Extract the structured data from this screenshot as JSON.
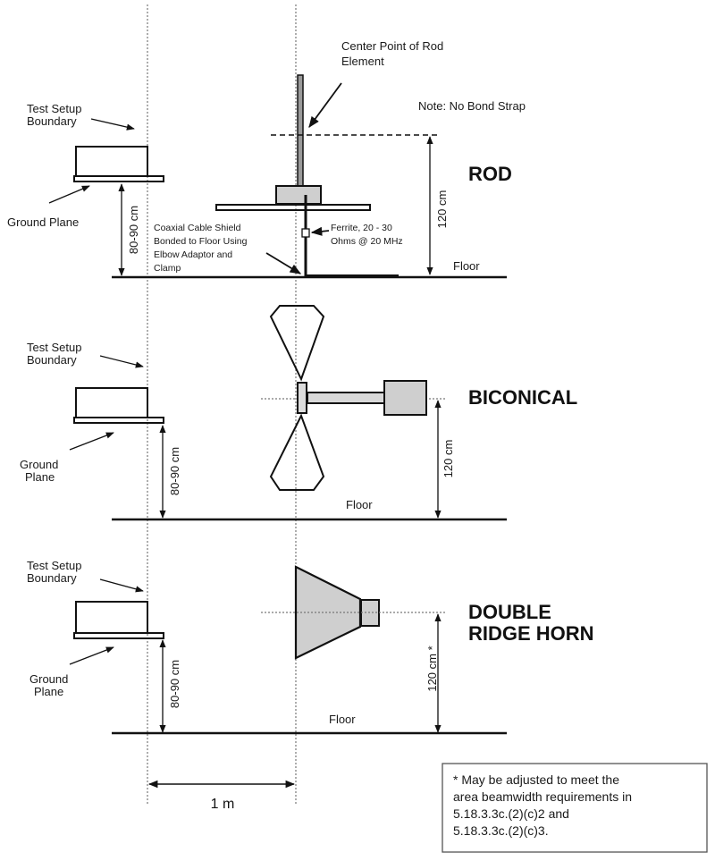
{
  "colors": {
    "ink": "#111111",
    "fill_gray": "#cfcfcf",
    "guide_gray": "#777777"
  },
  "rod": {
    "title": "ROD",
    "center_point_label": [
      "Center Point of Rod",
      "Element"
    ],
    "note": "Note: No Bond Strap",
    "boundary_label": [
      "Test Setup",
      "Boundary"
    ],
    "ground_plane_label": "Ground Plane",
    "coax_label": [
      "Coaxial Cable Shield",
      "Bonded to Floor Using",
      "Elbow Adaptor and",
      "Clamp"
    ],
    "ferrite_label": [
      "Ferrite, 20 - 30",
      "Ohms @ 20 MHz"
    ],
    "height_table": "80-90 cm",
    "height_antenna": "120 cm",
    "floor_label": "Floor"
  },
  "biconical": {
    "title": "BICONICAL",
    "boundary_label": [
      "Test Setup",
      "Boundary"
    ],
    "ground_plane_label": [
      "Ground",
      "Plane"
    ],
    "height_table": "80-90 cm",
    "height_antenna": "120 cm",
    "floor_label": "Floor"
  },
  "horn": {
    "title": [
      "DOUBLE",
      "RIDGE HORN"
    ],
    "boundary_label": [
      "Test Setup",
      "Boundary"
    ],
    "ground_plane_label": [
      "Ground",
      "Plane"
    ],
    "height_table": "80-90 cm",
    "height_antenna": "120 cm *",
    "floor_label": "Floor"
  },
  "distance_label": "1 m",
  "footnote": [
    "* May be adjusted to meet the",
    "area beamwidth requirements in",
    "5.18.3.3c.(2)(c)2 and",
    "5.18.3.3c.(2)(c)3."
  ]
}
